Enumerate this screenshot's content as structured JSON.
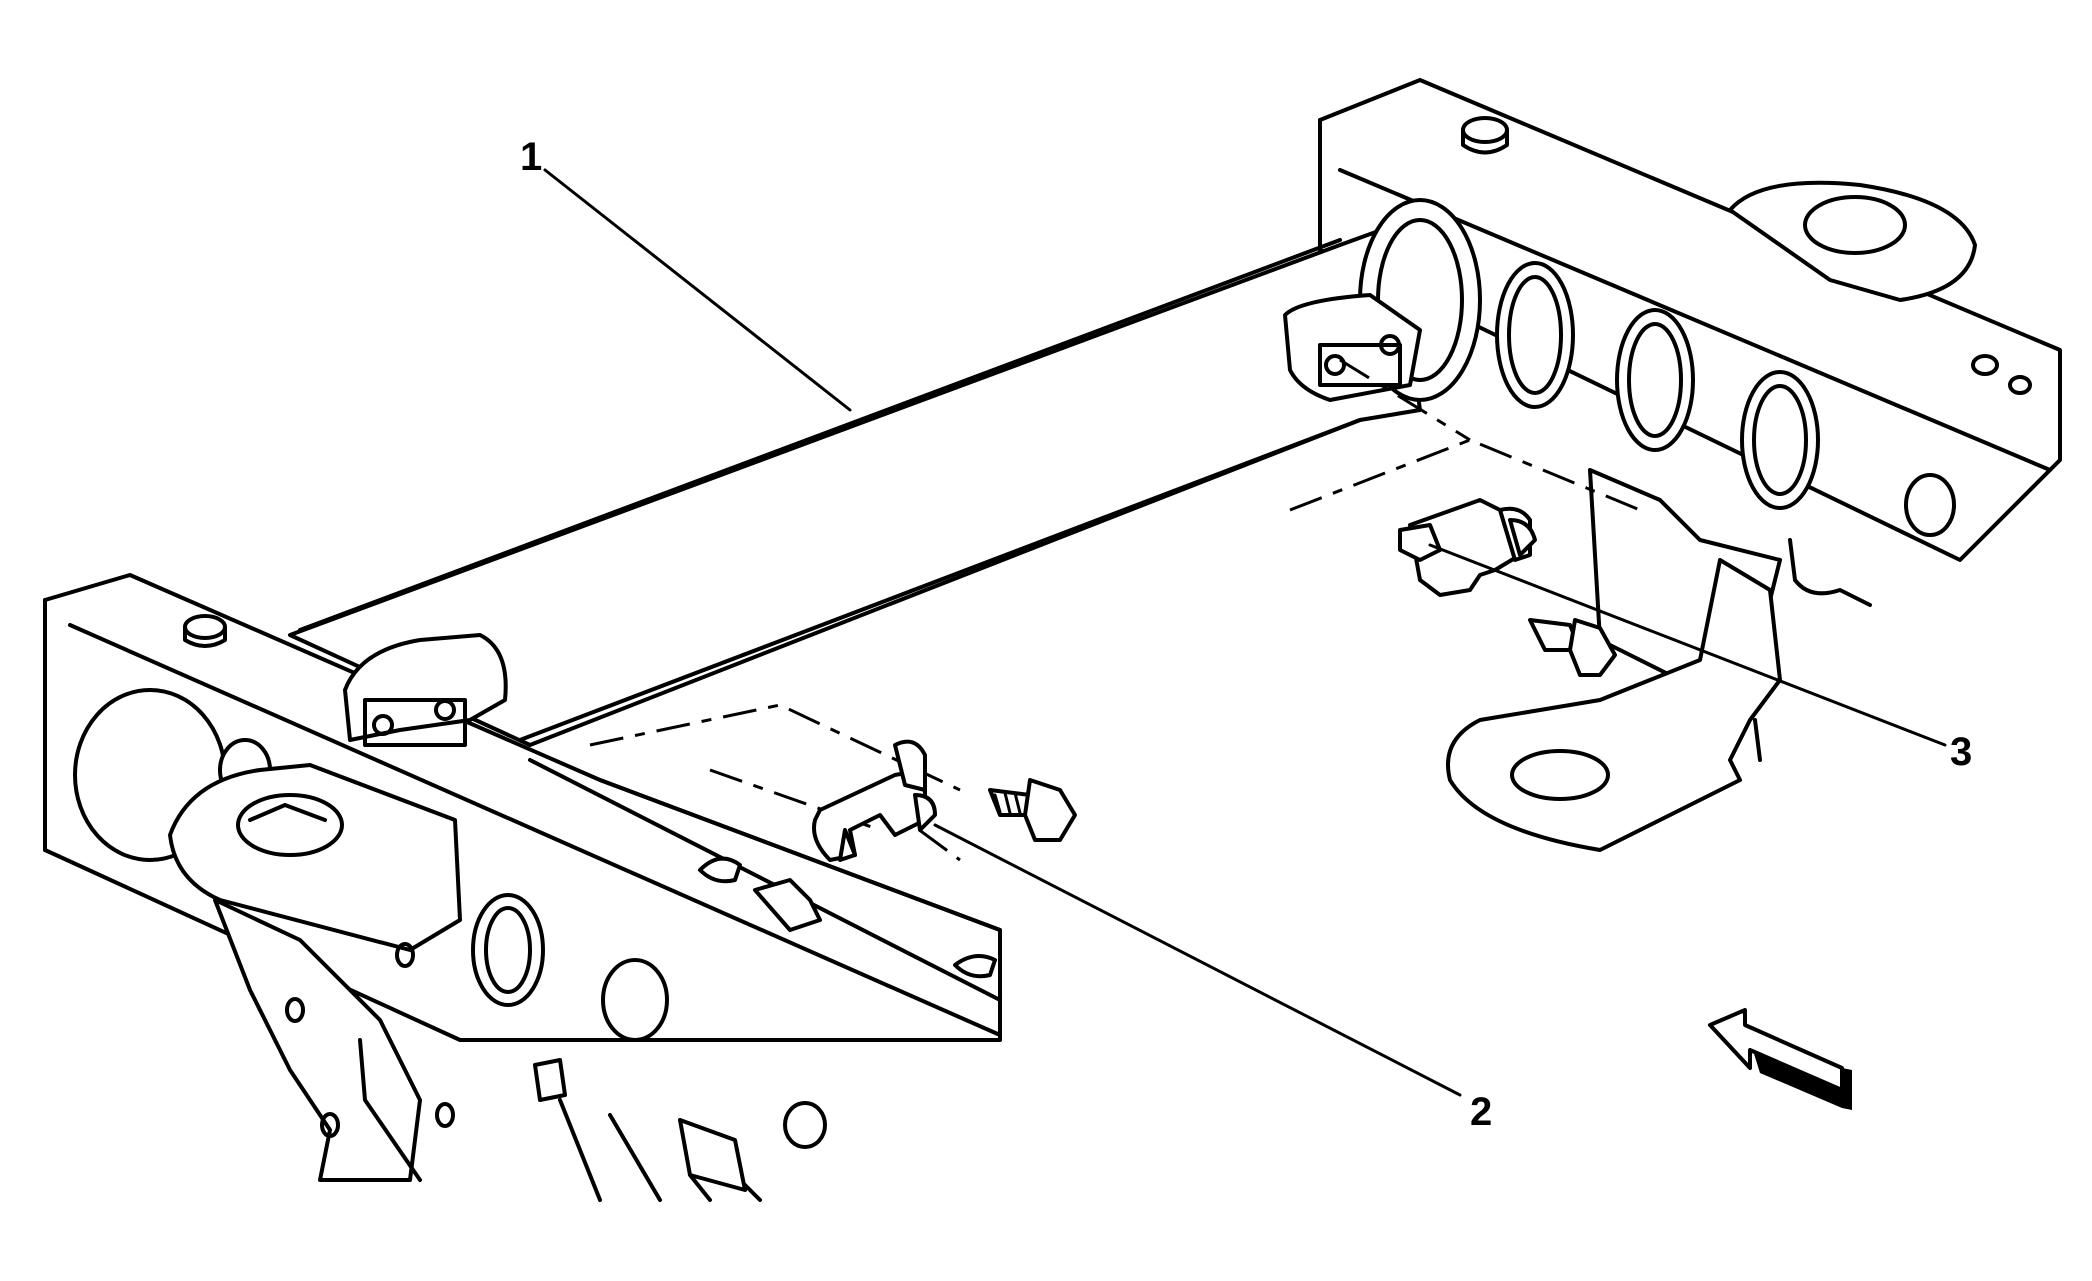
{
  "callouts": {
    "one": "1",
    "two": "2",
    "three": "3"
  },
  "icons": {
    "view_direction": "view-direction-arrow-icon"
  }
}
